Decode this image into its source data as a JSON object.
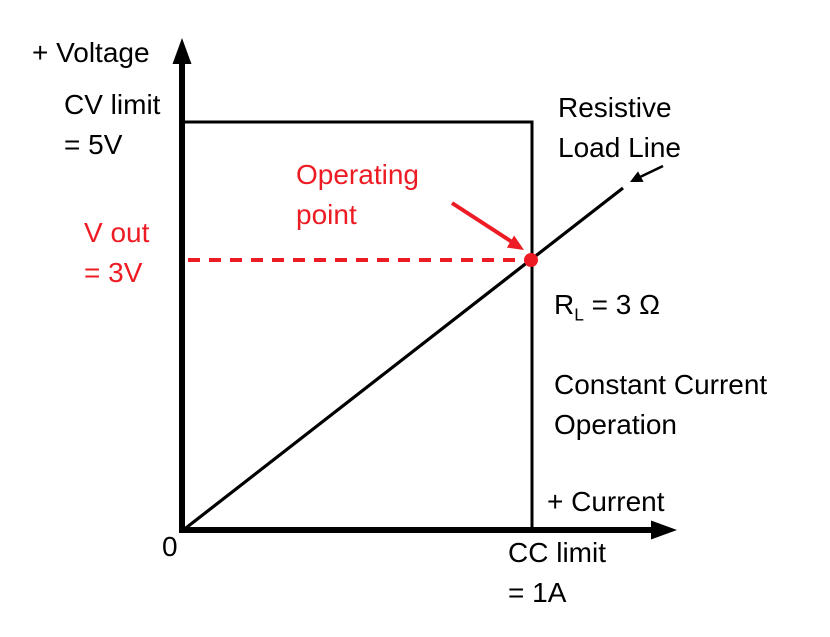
{
  "colors": {
    "background": "#FFFFFF",
    "ink": "#000000",
    "accent_red": "#ED1C24"
  },
  "axes": {
    "y_label": "+ Voltage",
    "x_label": "+ Current",
    "origin_label": "0"
  },
  "labels": {
    "cv_limit": "CV limit\n= 5V",
    "v_out": "V out\n= 3V",
    "operating_point": "Operating\npoint",
    "resistive_load_line": "Resistive\nLoad Line",
    "cc_limit": "CC limit\n= 1A",
    "load_resistance": {
      "symbol": "R",
      "subscript": "L",
      "equation": " = 3 Ω"
    },
    "operation_mode": "Constant Current\nOperation"
  },
  "values": {
    "cv_limit": "5V",
    "cc_limit": "1A",
    "v_out": "3V",
    "load_resistance": "3 Ω",
    "operating_point": "intersection of resistive load line and CC limit"
  }
}
